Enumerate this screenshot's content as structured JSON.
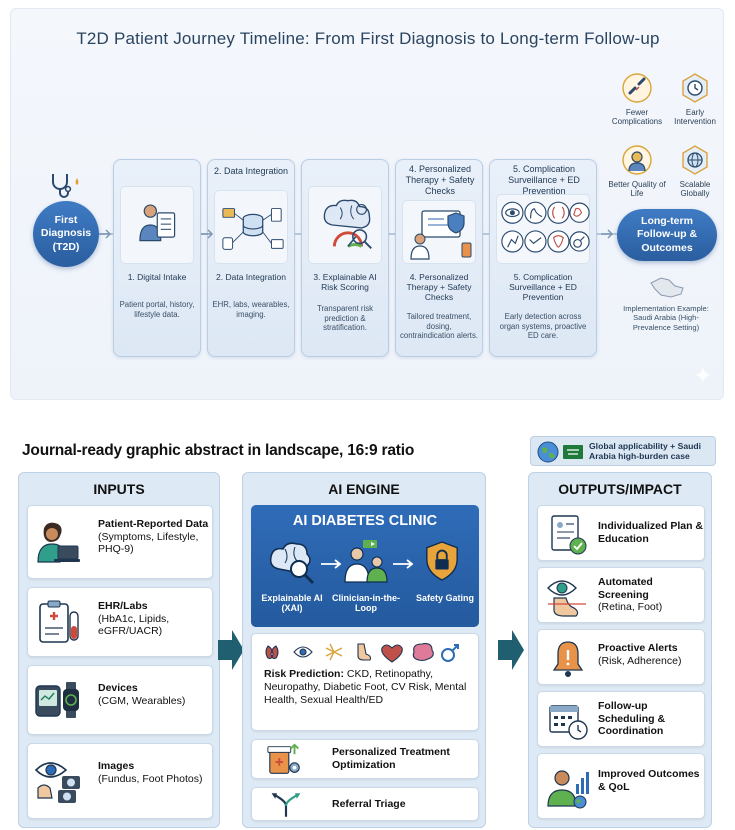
{
  "top": {
    "title": "T2D Patient Journey Timeline: From First Diagnosis to Long-term Follow-up",
    "start_node": "First Diagnosis (T2D)",
    "end_node": "Long-term Follow-up & Outcomes",
    "stages": [
      {
        "top_label": "",
        "sub_label": "1. Digital Intake",
        "desc": "Patient portal, history, lifestyle data."
      },
      {
        "top_label": "2. Data Integration",
        "sub_label": "2. Data Integration",
        "desc": "EHR, labs, wearables, imaging."
      },
      {
        "top_label": "",
        "sub_label": "3. Explainable AI Risk Scoring",
        "desc": "Transparent risk prediction & stratification."
      },
      {
        "top_label": "4. Personalized Therapy + Safety Checks",
        "sub_label": "4. Personalized Therapy + Safety Checks",
        "desc": "Tailored treatment, dosing, contraindication alerts."
      },
      {
        "top_label": "5. Complication Surveillance + ED Prevention",
        "sub_label": "5. Complication Surveillance + ED Prevention",
        "desc": "Early detection across organ systems, proactive ED care."
      }
    ],
    "benefits": [
      {
        "label": "Fewer Complications",
        "icon": "broken-chain-icon"
      },
      {
        "label": "Early Intervention",
        "icon": "clock-icon"
      },
      {
        "label": "Better Quality of Life",
        "icon": "smiling-person-icon"
      },
      {
        "label": "Scalable Globally",
        "icon": "globe-icon"
      }
    ],
    "implementation": "Implementation Example: Saudi Arabia (High-Prevalence Setting)"
  },
  "bottom": {
    "title": "Journal-ready graphic abstract in landscape, 16:9 ratio",
    "badge": "Global applicability + Saudi Arabia high-burden case",
    "inputs": {
      "heading": "INPUTS",
      "items": [
        {
          "title": "Patient-Reported Data",
          "detail": "(Symptoms, Lifestyle, PHQ-9)",
          "icon": "person-laptop-icon"
        },
        {
          "title": "EHR/Labs",
          "detail": "(HbA1c, Lipids, eGFR/UACR)",
          "icon": "clipboard-test-tube-icon"
        },
        {
          "title": "Devices",
          "detail": "(CGM, Wearables)",
          "icon": "cgm-watch-icon"
        },
        {
          "title": "Images",
          "detail": "(Fundus, Foot Photos)",
          "icon": "eye-camera-icon"
        }
      ]
    },
    "engine": {
      "heading": "AI ENGINE",
      "banner_title": "AI DIABETES CLINIC",
      "components": [
        "Explainable AI (XAI)",
        "Clinician-in-the-Loop",
        "Safety Gating"
      ],
      "risk_label": "Risk Prediction:",
      "risk_text": "CKD, Retinopathy, Neuropathy, Diabetic Foot, CV Risk, Mental Health, Sexual Health/ED",
      "treatment": "Personalized Treatment Optimization",
      "referral": "Referral Triage"
    },
    "outputs": {
      "heading": "OUTPUTS/IMPACT",
      "items": [
        {
          "title": "Individualized Plan & Education",
          "detail": "",
          "icon": "document-check-icon"
        },
        {
          "title": "Automated Screening",
          "detail": "(Retina, Foot)",
          "icon": "eye-foot-icon"
        },
        {
          "title": "Proactive Alerts",
          "detail": "(Risk, Adherence)",
          "icon": "bell-alert-icon"
        },
        {
          "title": "Follow-up Scheduling & Coordination",
          "detail": "",
          "icon": "calendar-clock-icon"
        },
        {
          "title": "Improved Outcomes & QoL",
          "detail": "",
          "icon": "person-growth-icon"
        }
      ]
    }
  }
}
